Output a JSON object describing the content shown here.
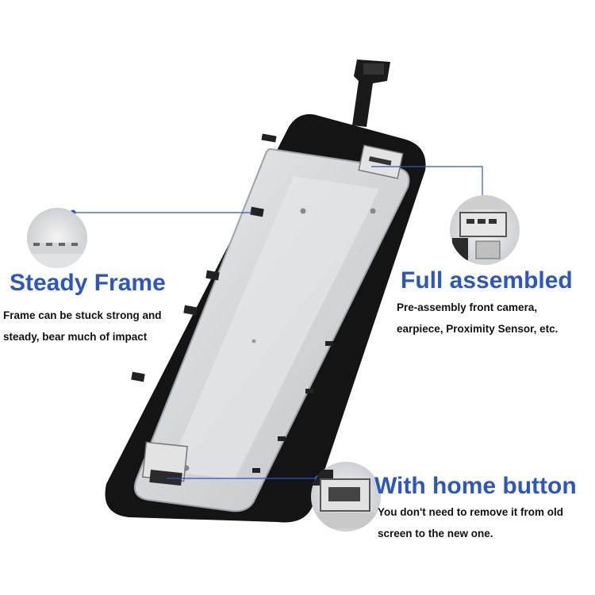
{
  "features": {
    "steady_frame": {
      "title": "Steady Frame",
      "line1": "Frame can be stuck strong and",
      "line2": "steady, bear much of impact"
    },
    "full_assembled": {
      "title": "Full assembled",
      "line1": "Pre-assembly front camera,",
      "line2": "earpiece, Proximity Sensor, etc."
    },
    "home_button": {
      "title": "With home button",
      "line1": "You don't need to remove it from old",
      "line2": "screen to the new one."
    }
  },
  "colors": {
    "accent": "#2a56c6",
    "text": "#111111",
    "frame_black": "#141414",
    "shield_silver": "#d9dadc"
  }
}
